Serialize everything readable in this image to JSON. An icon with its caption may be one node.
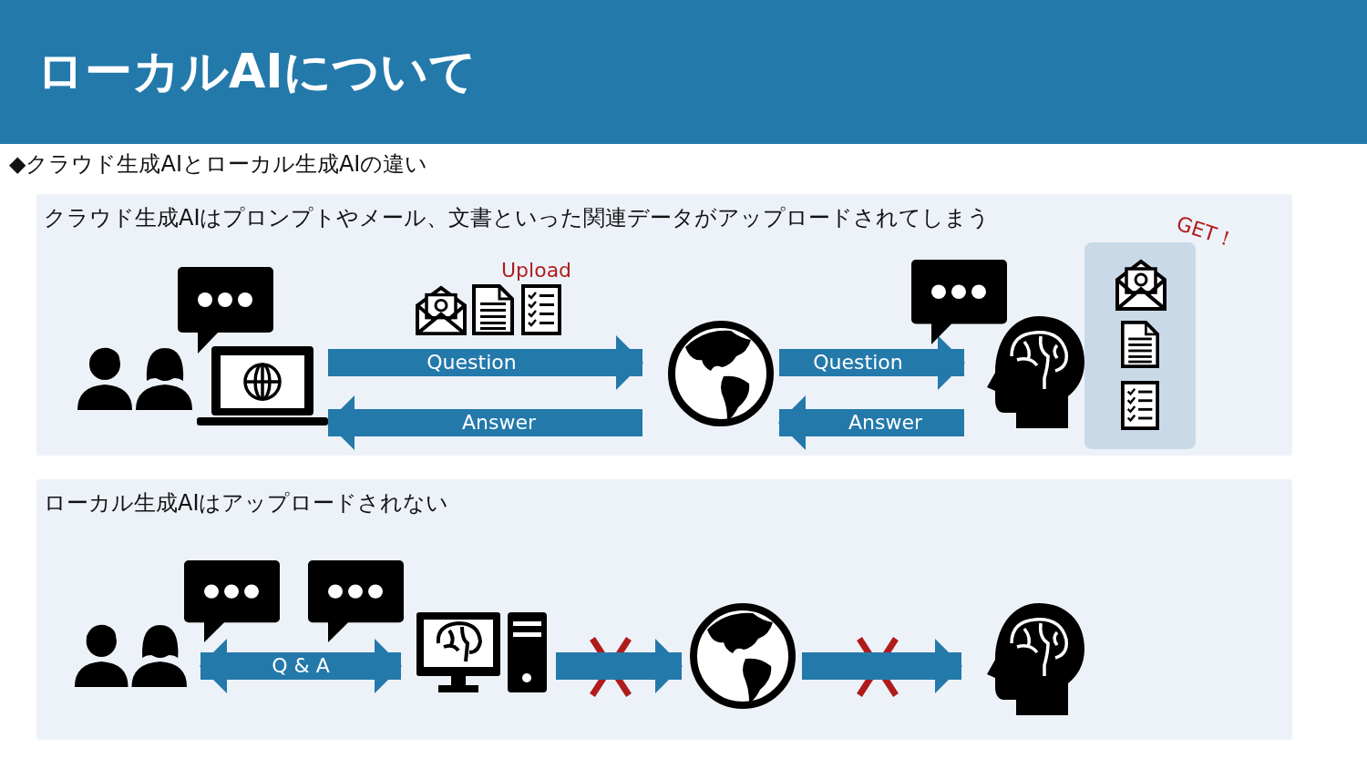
{
  "diagram": {
    "title": "ローカルAIについて",
    "nodes": [
      {
        "text": [
          "クラウド生成AIはプロンプトやメール、文書といった関連データがアップロードされてしまう"
        ]
      },
      {
        "text": [],
        "shape": "person",
        "in": 0
      },
      {
        "text": [],
        "shape": "picture",
        "in": 0
      },
      {
        "text": [],
        "shape": "picture",
        "in": 0
      },
      {
        "text": [],
        "shape": "picture",
        "in": 0
      },
      {
        "text": [],
        "shape": "box",
        "in": 0,
        "beside": [
          "GET！"
        ]
      },
      {
        "text": [
          "ローカル生成AIはアップロードされない"
        ]
      },
      {
        "text": [],
        "shape": "person",
        "in": 6
      },
      {
        "text": [],
        "shape": "picture",
        "in": 6
      },
      {
        "text": [],
        "shape": "picture",
        "in": 6
      },
      {
        "text": [],
        "shape": "picture",
        "in": 6
      }
    ],
    "edges": [
      {
        "from": 2,
        "to": 3,
        "arrow": "to",
        "label": "Question"
      },
      {
        "from": 3,
        "to": 2,
        "arrow": "to",
        "label": "Answer"
      },
      {
        "from": 3,
        "to": 4,
        "arrow": "to",
        "label": "Question"
      },
      {
        "from": 4,
        "to": 3,
        "arrow": "to",
        "label": "Answer"
      },
      {
        "from": 7,
        "to": 8,
        "arrow": "both",
        "label": "Q & A"
      },
      {
        "from": 8,
        "to": 9,
        "arrow": "to"
      },
      {
        "from": 9,
        "to": 10,
        "arrow": "to"
      }
    ],
    "labels": [
      "◆クラウド生成AIとローカル生成AIの違い",
      "Upload"
    ]
  }
}
